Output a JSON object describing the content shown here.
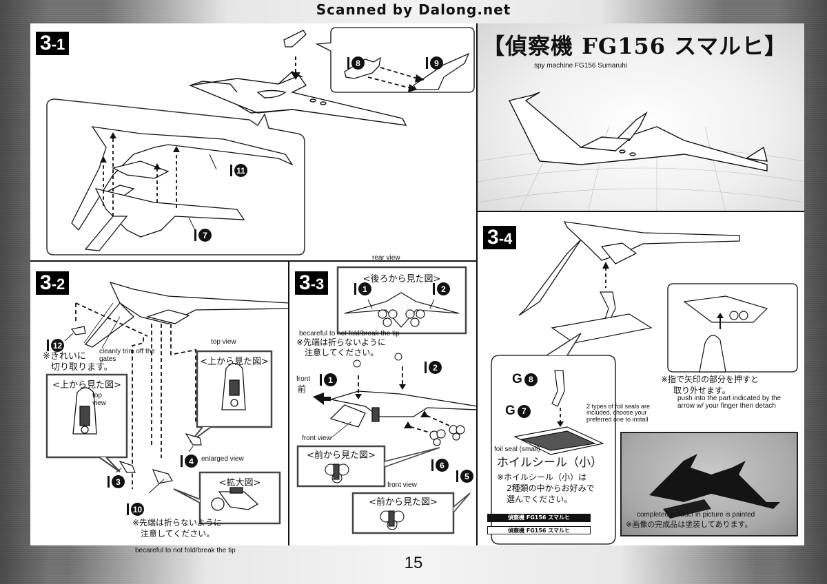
{
  "header": {
    "scan_credit": "Scanned by Dalong.net"
  },
  "title_panel": {
    "title_jp": "【偵察機 FG156 スマルヒ】",
    "title_en": "spy machine FG156 Sumaruhi"
  },
  "steps": {
    "s31": {
      "badge_main": "3",
      "badge_sub": "-1",
      "parts": [
        {
          "prefix": "",
          "number": "8"
        },
        {
          "prefix": "",
          "number": "9"
        },
        {
          "prefix": "",
          "number": "11"
        },
        {
          "prefix": "",
          "number": "7"
        }
      ]
    },
    "s32": {
      "badge_main": "3",
      "badge_sub": "-2",
      "parts": [
        {
          "prefix": "",
          "number": "12"
        },
        {
          "prefix": "",
          "number": "4"
        },
        {
          "prefix": "",
          "number": "3"
        },
        {
          "prefix": "",
          "number": "10"
        }
      ],
      "trim_note_jp_1": "※きれいに",
      "trim_note_jp_2": "切り取ります。",
      "trim_note_en": "cleanly trim off the gates",
      "top_view_en_1": "top view",
      "top_view_jp_1": "<上から見た図>",
      "top_view_en_2": "top view",
      "top_view_jp_2": "<上から見た図>",
      "enlarged_en": "enlarged view",
      "enlarged_jp": "<拡大図>",
      "tip_note_jp_1": "※先端は折らないように",
      "tip_note_jp_2": "注意してください。",
      "tip_note_en": "becareful to not fold/break the tip"
    },
    "s33": {
      "badge_main": "3",
      "badge_sub": "-3",
      "rear_view_en": "rear view",
      "rear_view_jp": "<後ろから見た図>",
      "parts": [
        {
          "prefix": "",
          "number": "1"
        },
        {
          "prefix": "",
          "number": "2"
        },
        {
          "prefix": "",
          "number": "1"
        },
        {
          "prefix": "",
          "number": "2"
        },
        {
          "prefix": "",
          "number": "6"
        },
        {
          "prefix": "",
          "number": "5"
        }
      ],
      "tip_note_en": "becareful to not fold/break the tip",
      "tip_note_jp_1": "※先端は折らないように",
      "tip_note_jp_2": "注意してください。",
      "front_en": "front",
      "front_jp": "前",
      "front_view_en_1": "front view",
      "front_view_jp_1": "<前から見た図>",
      "front_view_en_2": "front view",
      "front_view_jp_2": "<前から見た図>"
    },
    "s34": {
      "badge_main": "3",
      "badge_sub": "-4",
      "parts": [
        {
          "prefix": "G",
          "number": "8"
        },
        {
          "prefix": "G",
          "number": "7"
        }
      ],
      "push_note_jp_1": "※指で矢印の部分を押すと",
      "push_note_jp_2": "取り外せます。",
      "push_note_en": "push into the part indicated by the arrow w/ your finger then detach",
      "foil_seal_en": "foil seal (small)",
      "foil_seal_jp": "ホイルシール（小）",
      "foil_note_jp_1": "※ホイルシール（小）は",
      "foil_note_jp_2": "2種類の中からお好みで",
      "foil_note_jp_3": "選んでください。",
      "foil_note_en": "2 types of foil seals are included, choose your preferred one to install",
      "seal_black_label": "偵察機 FG156 スマルヒ",
      "seal_white_label": "偵察機 FG156 スマルヒ",
      "photo_note_en": "completed product in picture is painted",
      "photo_note_jp": "※画像の完成品は塗装してあります。"
    }
  },
  "footer": {
    "page_number": "15"
  }
}
